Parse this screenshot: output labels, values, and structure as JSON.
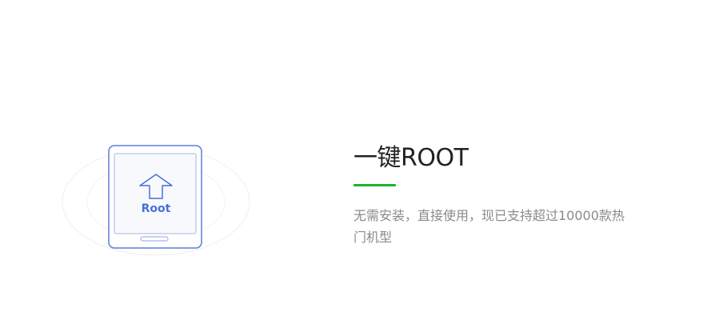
{
  "feature": {
    "title": "一键ROOT",
    "description": "无需安装，直接使用，现已支持超过10000款热门机型"
  },
  "illustration": {
    "icon_text": "Root"
  },
  "colors": {
    "accent": "#1fb32b",
    "phone_outline": "#5b7ed9",
    "phone_screen_bg": "#f7f9fd",
    "icon_blue": "#4a6fd8",
    "ring": "#eeeeee"
  }
}
